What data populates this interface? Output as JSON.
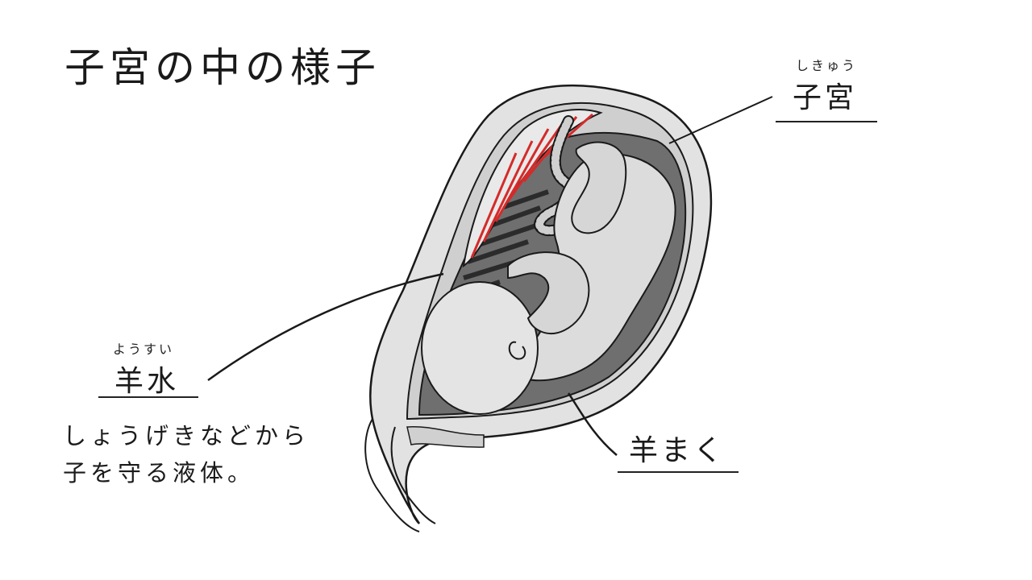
{
  "title": "子宮の中の様子",
  "labels": {
    "uterus": {
      "ruby": "しきゅう",
      "text": "子宮"
    },
    "amniotic_fluid": {
      "ruby": "ようすい",
      "text": "羊水"
    },
    "amnion": {
      "text": "羊まく"
    }
  },
  "description": {
    "line1": "しょうげきなどから",
    "line2": "子を守る液体。"
  },
  "colors": {
    "ink": "#1a1a1a",
    "uterus_wall": "#d9d9d9",
    "fluid": "#6f6f6f",
    "fetus": "#dcdcdc",
    "placenta_vessels": "#d42a2a"
  }
}
